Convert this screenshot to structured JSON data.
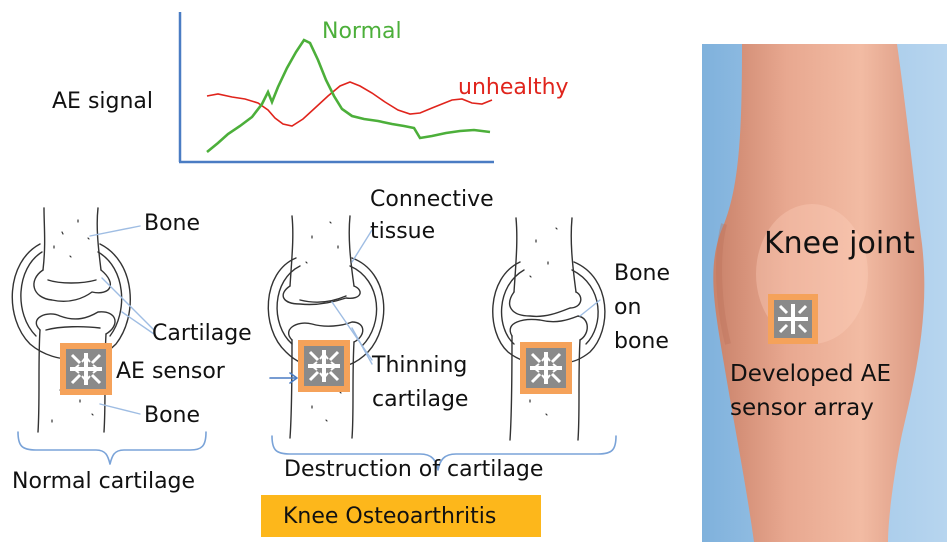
{
  "graph": {
    "y_label": "AE signal",
    "normal_label": "Normal",
    "unhealthy_label": "unhealthy",
    "normal_color": "#4caf3a",
    "unhealthy_color": "#e0241c",
    "axis_color": "#4a7cc3"
  },
  "panels": {
    "normal": {
      "bone_top": "Bone",
      "cartilage": "Cartilage",
      "sensor": "AE sensor",
      "bone_bottom": "Bone",
      "caption": "Normal cartilage"
    },
    "destruction": {
      "connective_line1": "Connective",
      "connective_line2": "tissue",
      "thinning_line1": "Thinning",
      "thinning_line2": "cartilage",
      "bone_on_bone_line1": "Bone",
      "bone_on_bone_line2": "on",
      "bone_on_bone_line3": "bone",
      "caption": "Destruction of cartilage"
    }
  },
  "highlight": {
    "label": "Knee Osteoarthritis",
    "color": "#fdb71b"
  },
  "photo": {
    "title": "Knee joint",
    "sensor_line1": "Developed AE",
    "sensor_line2": "sensor array"
  },
  "colors": {
    "sensor_fill": "#f5a25a",
    "sensor_inner": "#8a8a8a",
    "leader_line": "#9fbde3"
  }
}
